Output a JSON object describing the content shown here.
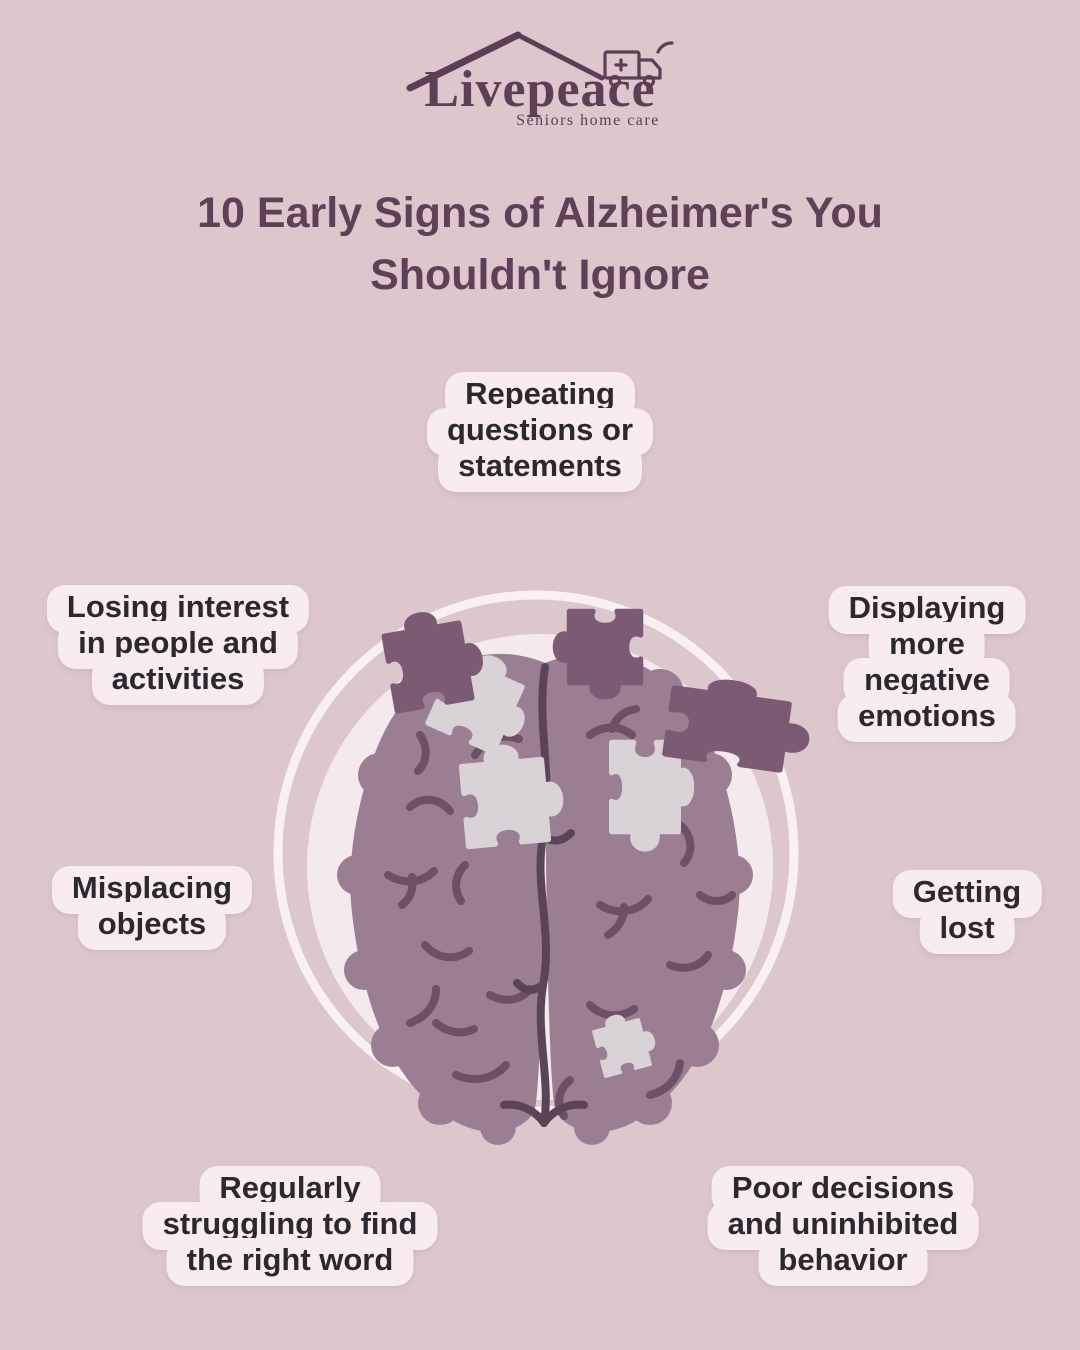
{
  "brand": {
    "name": "Livepeace",
    "tagline": "Seniors home care"
  },
  "title": {
    "line1": "10 Early Signs of Alzheimer's You",
    "line2": "Shouldn't Ignore"
  },
  "signs": [
    {
      "id": "repeating-questions",
      "lines": [
        "Repeating",
        "questions or",
        "statements"
      ]
    },
    {
      "id": "losing-interest",
      "lines": [
        "Losing interest",
        "in people and",
        "activities"
      ]
    },
    {
      "id": "negative-emotions",
      "lines": [
        "Displaying",
        "more",
        "negative",
        "emotions"
      ]
    },
    {
      "id": "misplacing-objects",
      "lines": [
        "Misplacing",
        "objects"
      ]
    },
    {
      "id": "getting-lost",
      "lines": [
        "Getting",
        "lost"
      ]
    },
    {
      "id": "struggling-for-words",
      "lines": [
        "Regularly",
        "struggling to find",
        "the right word"
      ]
    },
    {
      "id": "poor-decisions",
      "lines": [
        "Poor decisions",
        "and uninhibited",
        "behavior"
      ]
    }
  ],
  "illustration": {
    "name": "brain-with-puzzle-pieces"
  },
  "colors": {
    "background": "#dcc8cc",
    "bubble": "#f8ecef",
    "bubble_text": "#2b2830",
    "title_text": "#5e4157",
    "brand_text": "#5c3e55",
    "brain_fill": "#9a7f93",
    "brain_lines": "#6b5066",
    "fissure": "#5a4459",
    "puzzle_dark": "#7b5a74",
    "puzzle_light": "#d9d2d6",
    "circle_fill": "#f4e9ec",
    "circle_ring": "#f8f0f2"
  }
}
